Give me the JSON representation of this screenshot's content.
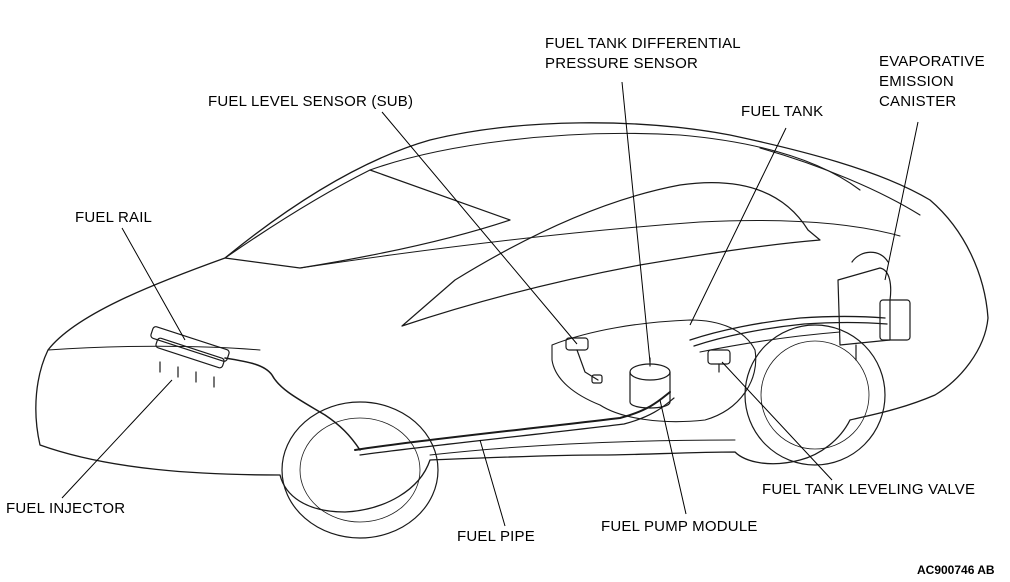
{
  "labels": {
    "fuel_tank_differential_pressure_sensor": "FUEL TANK DIFFERENTIAL\nPRESSURE SENSOR",
    "evaporative_emission_canister": "EVAPORATIVE\nEMISSION\nCANISTER",
    "fuel_level_sensor_sub": "FUEL LEVEL SENSOR (SUB)",
    "fuel_tank": "FUEL TANK",
    "fuel_rail": "FUEL RAIL",
    "fuel_injector": "FUEL INJECTOR",
    "fuel_pipe": "FUEL PIPE",
    "fuel_pump_module": "FUEL PUMP MODULE",
    "fuel_tank_leveling_valve": "FUEL TANK LEVELING VALVE"
  },
  "figure_id": "AC900746 AB"
}
